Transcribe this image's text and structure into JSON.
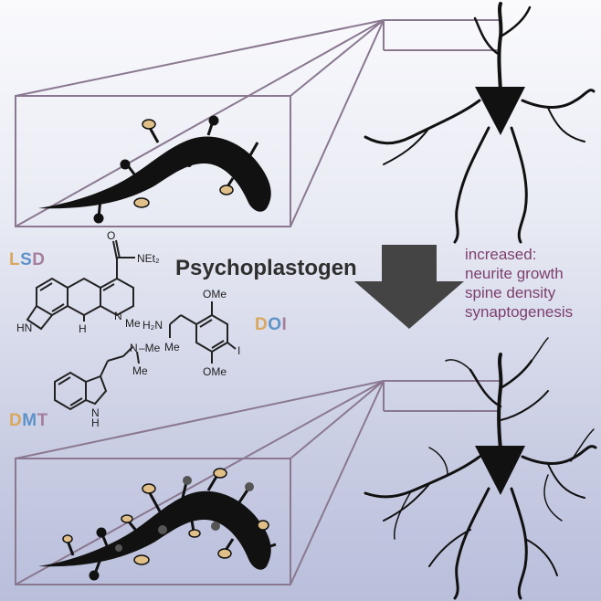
{
  "labels": {
    "title": "Psychoplastogen",
    "outcomes_header": "increased:",
    "outcomes": [
      "neurite growth",
      "spine density",
      "synaptogenesis"
    ]
  },
  "drugs": [
    {
      "id": "lsd",
      "parts": [
        "L",
        "S",
        "D"
      ]
    },
    {
      "id": "doi",
      "parts": [
        "D",
        "O",
        "I"
      ]
    },
    {
      "id": "dmt",
      "parts": [
        "D",
        "M",
        "T"
      ]
    }
  ],
  "chem_text": {
    "lsd_amide": "NEt₂",
    "lsd_oxygen": "O",
    "lsd_nh": "HN",
    "lsd_h": "H",
    "lsd_n": "N",
    "lsd_me": "Me",
    "doi_h2n": "H₂N",
    "doi_me": "Me",
    "doi_ome_top": "OMe",
    "doi_ome_bottom": "OMe",
    "doi_i": "I",
    "dmt_n": "N",
    "dmt_me_top": "–Me",
    "dmt_me_bottom": "Me",
    "dmt_nh": "N",
    "dmt_h": "H"
  },
  "colors": {
    "drug_letter_1": "#d9a85e",
    "drug_letter_2": "#5f93c8",
    "drug_letter_3": "#a57f9f",
    "outcome_text": "#7c3f6e",
    "title_text": "#2f2f2f",
    "box_line": "#8a7890",
    "dendrite": "#111111",
    "spine_tip": "#e0c088",
    "arrow": "#444444"
  }
}
